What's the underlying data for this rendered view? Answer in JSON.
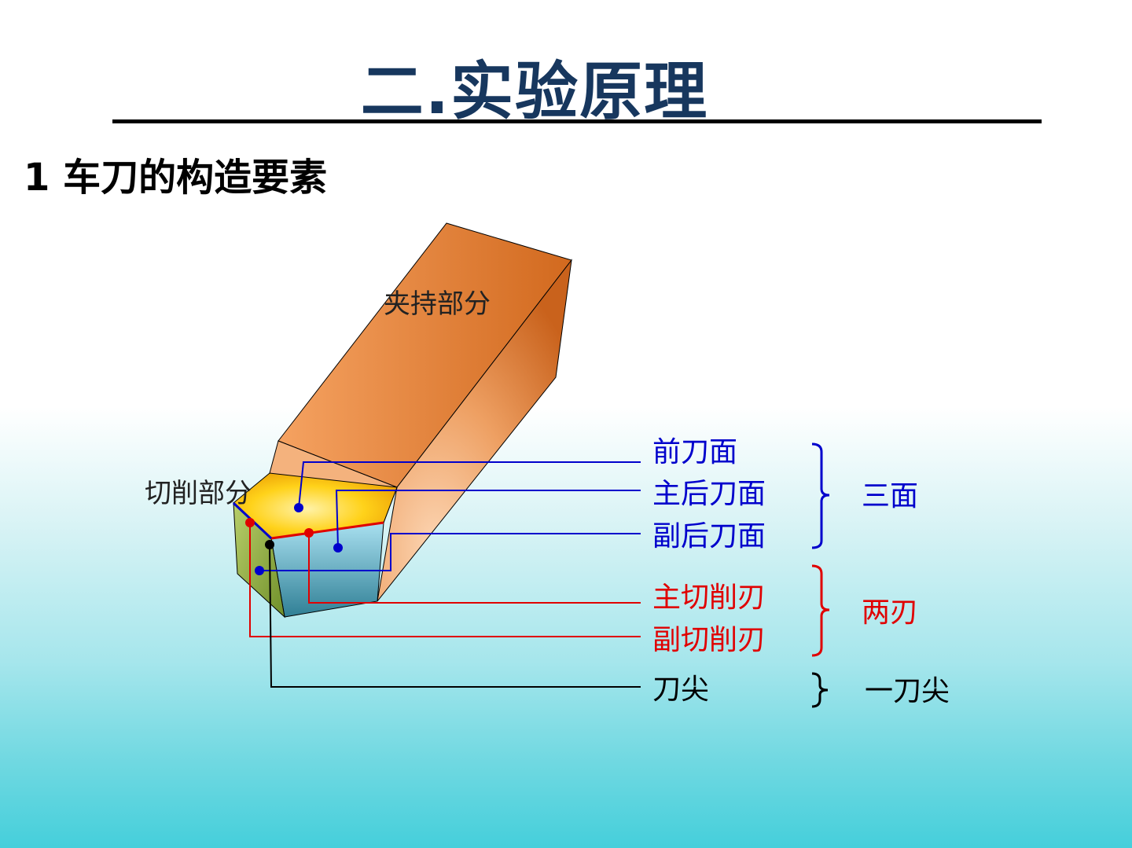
{
  "title": "二.实验原理",
  "section_heading": "1  车刀的构造要素",
  "parts": {
    "holder": "夹持部分",
    "cutting": "切削部分"
  },
  "labels": {
    "rake_face": "前刀面",
    "main_flank": "主后刀面",
    "minor_flank": "副后刀面",
    "main_edge": "主切削刃",
    "minor_edge": "副切削刃",
    "tip": "刀尖"
  },
  "groups": {
    "three_faces": "三面",
    "two_edges": "两刃",
    "one_tip": "一刀尖"
  },
  "colors": {
    "title": "#17375e",
    "faces": "#0000cc",
    "edges": "#e00000",
    "tip": "#000000"
  }
}
